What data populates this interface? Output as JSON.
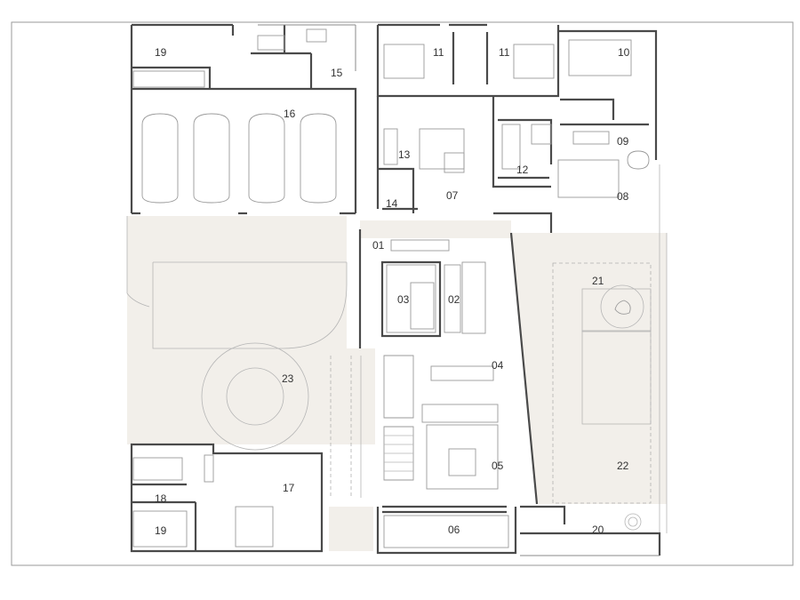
{
  "plan": {
    "room_labels": [
      {
        "id": "r01",
        "text": "01"
      },
      {
        "id": "r02",
        "text": "02"
      },
      {
        "id": "r03",
        "text": "03"
      },
      {
        "id": "r04",
        "text": "04"
      },
      {
        "id": "r05",
        "text": "05"
      },
      {
        "id": "r06",
        "text": "06"
      },
      {
        "id": "r07",
        "text": "07"
      },
      {
        "id": "r08",
        "text": "08"
      },
      {
        "id": "r09",
        "text": "09"
      },
      {
        "id": "r10",
        "text": "10"
      },
      {
        "id": "r11a",
        "text": "11"
      },
      {
        "id": "r11b",
        "text": "11"
      },
      {
        "id": "r12",
        "text": "12"
      },
      {
        "id": "r13",
        "text": "13"
      },
      {
        "id": "r14",
        "text": "14"
      },
      {
        "id": "r15",
        "text": "15"
      },
      {
        "id": "r16",
        "text": "16"
      },
      {
        "id": "r17",
        "text": "17"
      },
      {
        "id": "r18",
        "text": "18"
      },
      {
        "id": "r19a",
        "text": "19"
      },
      {
        "id": "r19b",
        "text": "19"
      },
      {
        "id": "r20",
        "text": "20"
      },
      {
        "id": "r21",
        "text": "21"
      },
      {
        "id": "r22",
        "text": "22"
      },
      {
        "id": "r23",
        "text": "23"
      }
    ],
    "colors": {
      "frame": "#9a9a9a",
      "wall": "#4a4a4a",
      "paving": "#f2efea",
      "label": "#333333"
    }
  }
}
